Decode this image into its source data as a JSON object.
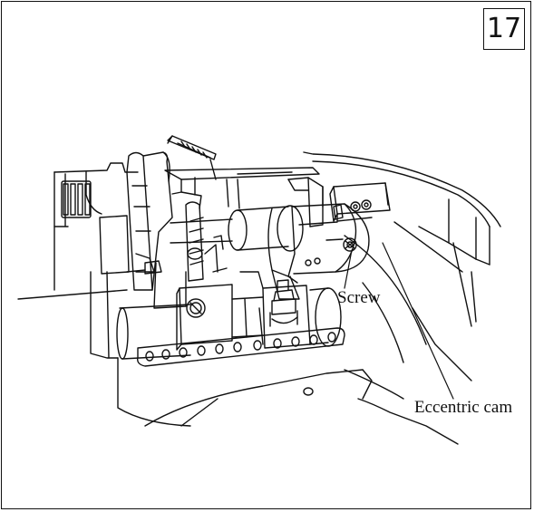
{
  "figure": {
    "number": "17",
    "labels": {
      "screw": "Screw",
      "eccentric_cam": "Eccentric cam"
    }
  }
}
